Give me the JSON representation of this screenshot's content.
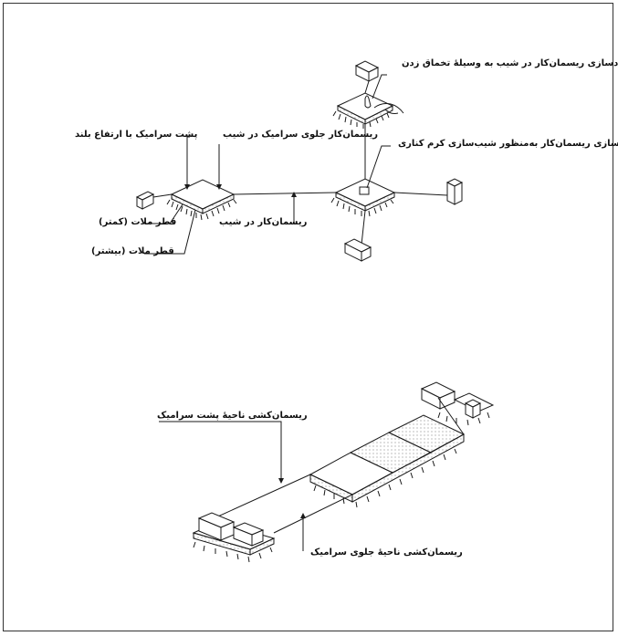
{
  "colors": {
    "ink": "#1a1a1a",
    "paper": "#ffffff"
  },
  "top_figure": {
    "labels": {
      "free_line": "آزادسازی ریسمان‌کار در شیب به وسیلهٔ تخماق زدن",
      "secure_line": "مهارسازی ریسمان‌کار به‌منظور شیب‌سازی کرم کناری",
      "tile_back": "پشت سرامیک با ارتفاع بلند",
      "front_line": "ریسمان‌کار جلوی سرامیک در شیب",
      "line_in_slope": "ریسمان‌کار در شیب",
      "mortar_less": "قطر ملات (کمتر)",
      "mortar_more": "قطر ملات (بیشتر)"
    }
  },
  "bottom_figure": {
    "labels": {
      "back_string": "ریسمان‌کشی ناحیهٔ پشت سرامیک",
      "front_string": "ریسمان‌کشی ناحیهٔ جلوی سرامیک"
    }
  }
}
